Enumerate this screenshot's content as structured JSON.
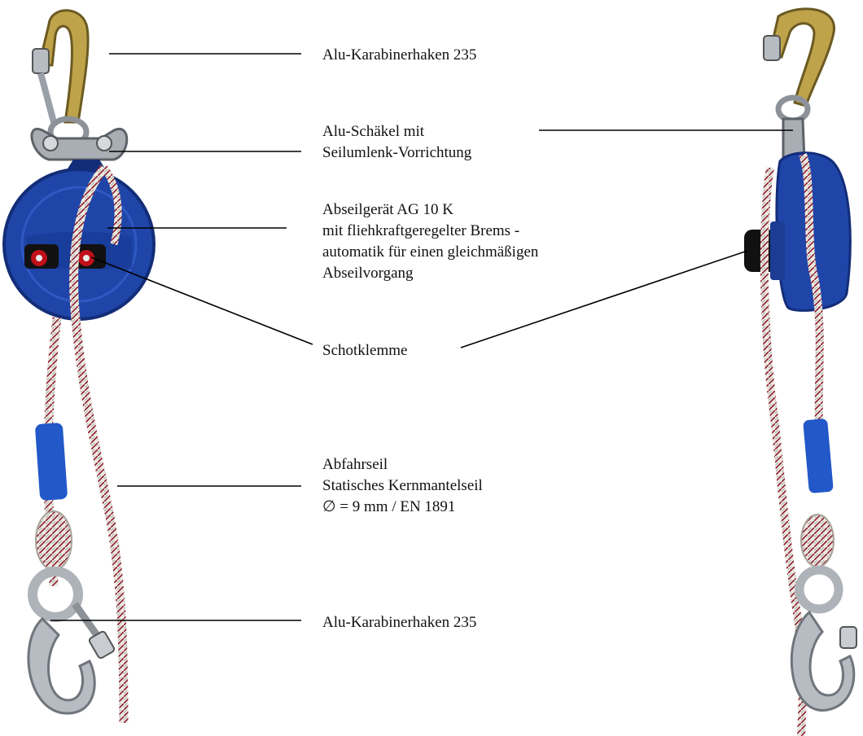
{
  "colors": {
    "device_blue": "#1f45a8",
    "device_blue_dark": "#132d78",
    "metal": "#b7bcc2",
    "metal_dark": "#6f757c",
    "gold": "#bfa34a",
    "rope_white": "#ece8e0",
    "rope_red": "#8a1e2e",
    "tag_blue": "#2258c8",
    "leader_line": "#000000"
  },
  "icons": {
    "top_hook": "carabiner-hook-icon",
    "shackle": "shackle-icon",
    "descender": "descender-device-icon",
    "cleat": "cam-cleat-icon",
    "rope": "rope-icon",
    "bottom_hook": "carabiner-hook-icon"
  },
  "labels": {
    "top_hook": [
      "Alu-Karabinerhaken 235"
    ],
    "shackle": [
      "Alu-Schäkel mit",
      "Seilumlenk-Vorrichtung"
    ],
    "device": [
      "Abseilgerät AG 10 K",
      "mit fliehkraftgeregelter Brems -",
      "automatik für einen gleichmäßigen",
      "Abseilvorgang"
    ],
    "cleat": [
      "Schotklemme"
    ],
    "rope": [
      "Abfahrseil",
      "Statisches Kernmantelseil",
      "∅ = 9 mm / EN 1891"
    ],
    "bottom_hook": [
      "Alu-Karabinerhaken 235"
    ]
  }
}
